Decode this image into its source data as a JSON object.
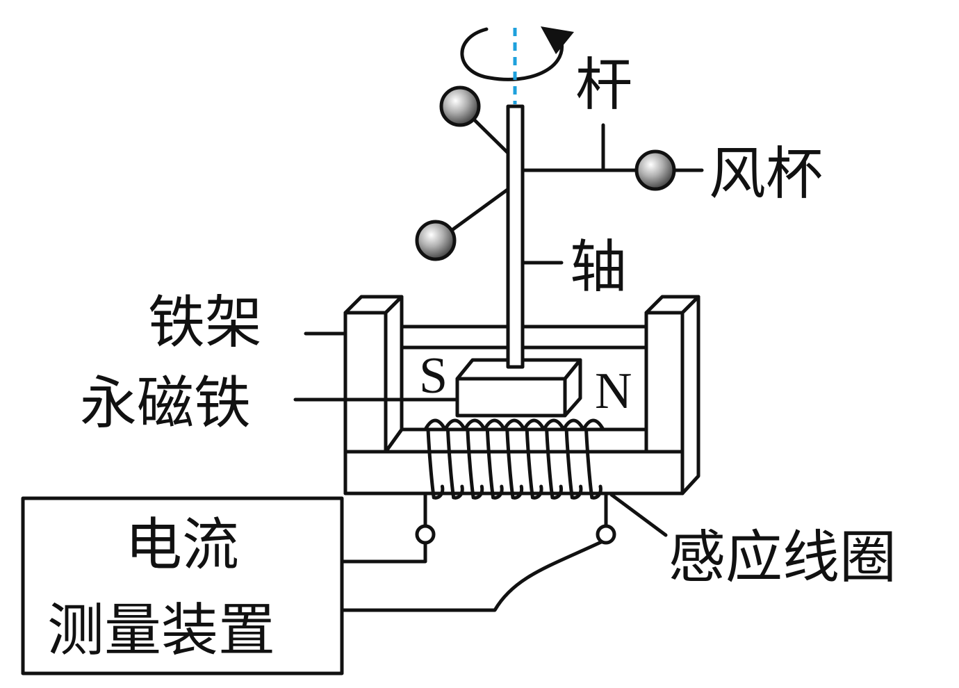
{
  "labels": {
    "rod": "杆",
    "wind_cup": "风杯",
    "shaft": "轴",
    "iron_frame": "铁架",
    "permanent_magnet": "永磁铁",
    "induction_coil": "感应线圈",
    "meter_line1": "电流",
    "meter_line2": "测量装置"
  },
  "poles": {
    "south": "S",
    "north": "N"
  },
  "colors": {
    "axis_dash": "#1ea0dc",
    "stroke": "#111111",
    "ball_light": "#ffffff",
    "ball_dark": "#3a3a3a"
  },
  "coil_turns": 9
}
